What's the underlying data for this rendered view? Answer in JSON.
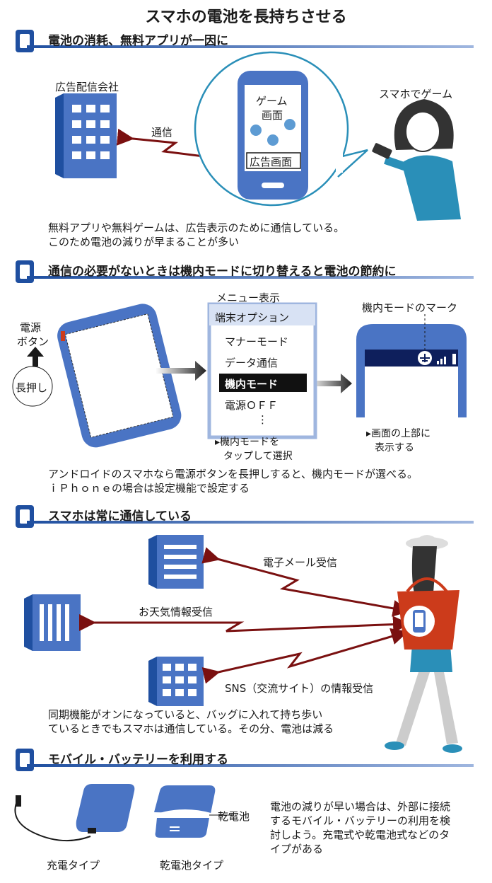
{
  "title": "スマホの電池を長持ちさせる",
  "colors": {
    "blue": "#4a74c4",
    "dark_blue": "#1f4fa0",
    "arrow": "#7a1010",
    "teal": "#2a8fb8",
    "red_bag": "#cc3b1b",
    "navy": "#0e1f5c"
  },
  "section1": {
    "heading": "電池の消耗、無料アプリが一因に",
    "ad_company": "広告配信会社",
    "comm": "通信",
    "game_line1": "ゲーム",
    "game_line2": "画面",
    "ad_screen": "広告画面",
    "phone_game": "スマホでゲーム",
    "body_line1": "無料アプリや無料ゲームは、広告表示のために通信している。",
    "body_line2": "このため電池の減りが早まることが多い"
  },
  "section2": {
    "heading": "通信の必要がないときは機内モードに切り替えると電池の節約に",
    "power_line1": "電源",
    "power_line2": "ボタン",
    "long_press": "長押し",
    "menu_display": "メニュー表示",
    "menu_title": "端末オプション",
    "menu_items": [
      "マナーモード",
      "データ通信",
      "機内モード",
      "電源ＯＦＦ",
      "⋮"
    ],
    "tap_line1": "機内モードを",
    "tap_line2": "タップして選択",
    "airplane_mark": "機内モードのマーク",
    "top_line1": "画面の上部に",
    "top_line2": "表示する",
    "body_line1": "アンドロイドのスマホなら電源ボタンを長押しすると、機内モードが選べる。",
    "body_line2": "ｉＰｈｏｎｅの場合は設定機能で設定する"
  },
  "section3": {
    "heading": "スマホは常に通信している",
    "email": "電子メール受信",
    "weather": "お天気情報受信",
    "sns": "SNS（交流サイト）の情報受信",
    "body_line1": "同期機能がオンになっていると、バッグに入れて持ち歩い",
    "body_line2": "ているときでもスマホは通信している。その分、電池は減る"
  },
  "section4": {
    "heading": "モバイル・バッテリーを利用する",
    "dry_cell": "乾電池",
    "charge_type": "充電タイプ",
    "dry_type": "乾電池タイプ",
    "body_line1": "電池の減りが早い場合は、外部に接続",
    "body_line2": "するモバイル・バッテリーの利用を検",
    "body_line3": "討しよう。充電式や乾電池式などのタ",
    "body_line4": "イプがある"
  }
}
